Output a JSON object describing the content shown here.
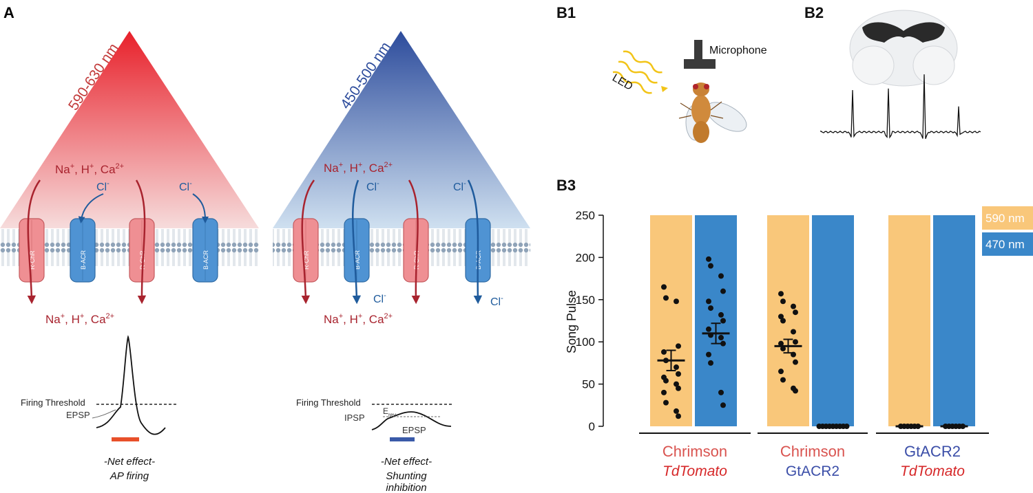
{
  "panel_labels": {
    "a": "A",
    "b1": "B1",
    "b2": "B2",
    "b3": "B3"
  },
  "panel_a": {
    "left": {
      "wavelength": "590-630 nm",
      "ions_in": "Na+, H+, Ca2+",
      "cl_labels": [
        "Cl-",
        "Cl-"
      ],
      "channels": [
        "R-ChR",
        "B-ACR",
        "R-ChR",
        "B-ACR"
      ],
      "ions_out": "Na+, H+, Ca2+",
      "firing_threshold": "Firing Threshold",
      "epsp": "EPSP",
      "net_effect": "-Net effect-",
      "result": "AP firing",
      "bar_color": "#e8502a"
    },
    "right": {
      "wavelength": "450-500 nm",
      "ions_in": "Na+, H+, Ca2+",
      "cl_labels": [
        "Cl-",
        "Cl-"
      ],
      "channels": [
        "R-ChR",
        "B-ACR",
        "R-ChR",
        "B-ACR"
      ],
      "cl_out_labels": [
        "Cl-",
        "Cl-"
      ],
      "ions_out": "Na+, H+, Ca2+",
      "firing_threshold": "Firing Threshold",
      "erev": "Erev",
      "ipsp": "IPSP",
      "epsp": "EPSP",
      "net_effect": "-Net effect-",
      "result_line1": "Shunting",
      "result_line2": "inhibition",
      "bar_color": "#3a5aa8"
    }
  },
  "panel_b1": {
    "led": "LED",
    "microphone": "Microphone"
  },
  "chart_data": {
    "type": "bar",
    "ylabel": "Song Pulse",
    "ylim": [
      0,
      250
    ],
    "yticks": [
      0,
      50,
      100,
      150,
      200,
      250
    ],
    "legend": [
      {
        "label": "590 nm",
        "color": "#f9c77a"
      },
      {
        "label": "470 nm",
        "color": "#3a87c9"
      }
    ],
    "groups": [
      {
        "line1": "Chrimson",
        "line1_color": "#d9534f",
        "line2": "TdTomato",
        "line2_color": "#d62728",
        "line2_italic": true
      },
      {
        "line1": "Chrimson",
        "line1_color": "#d9534f",
        "line2": "GtACR2",
        "line2_color": "#3b4ea8",
        "line2_italic": false
      },
      {
        "line1": "GtACR2",
        "line1_color": "#3b4ea8",
        "line2": "TdTomato",
        "line2_color": "#d62728",
        "line2_italic": true
      }
    ],
    "series": [
      {
        "group": 0,
        "light": "590 nm",
        "mean": 78,
        "sem": 12,
        "points": [
          165,
          152,
          148,
          95,
          88,
          78,
          70,
          62,
          58,
          54,
          50,
          45,
          40,
          28,
          18,
          12
        ]
      },
      {
        "group": 0,
        "light": "470 nm",
        "mean": 110,
        "sem": 12,
        "points": [
          198,
          190,
          178,
          160,
          148,
          140,
          132,
          125,
          115,
          108,
          105,
          98,
          85,
          75,
          40,
          25
        ]
      },
      {
        "group": 1,
        "light": "590 nm",
        "mean": 95,
        "sem": 8,
        "points": [
          157,
          148,
          142,
          135,
          130,
          125,
          112,
          100,
          98,
          92,
          85,
          76,
          65,
          55,
          45,
          42
        ]
      },
      {
        "group": 1,
        "light": "470 nm",
        "mean": 0,
        "sem": 0,
        "points": [
          0,
          0,
          0,
          0,
          0,
          0,
          0,
          0,
          0
        ]
      },
      {
        "group": 2,
        "light": "590 nm",
        "mean": 0,
        "sem": 0,
        "points": [
          0,
          0,
          0,
          0,
          0,
          0
        ]
      },
      {
        "group": 2,
        "light": "470 nm",
        "mean": 0,
        "sem": 0,
        "points": [
          0,
          0,
          0,
          0,
          0,
          0
        ]
      }
    ]
  },
  "colors": {
    "red": "#a8232e",
    "blue": "#1f5b9c",
    "red_channel": "#ef8f93",
    "blue_channel": "#4f93d3",
    "membrane": "#8fa3b8"
  }
}
